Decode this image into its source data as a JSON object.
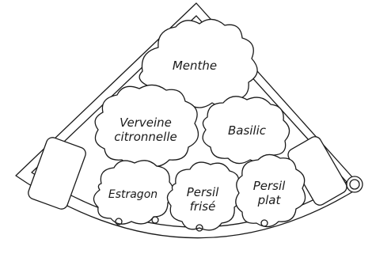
{
  "plants": {
    "menthe": "Menthe",
    "verveine_line1": "Verveine",
    "verveine_line2": "citronnelle",
    "basilic": "Basilic",
    "estragon": "Estragon",
    "persil_frise_line1": "Persil",
    "persil_frise_line2": "frisé",
    "persil_plat_line1": "Persil",
    "persil_plat_line2": "plat"
  }
}
